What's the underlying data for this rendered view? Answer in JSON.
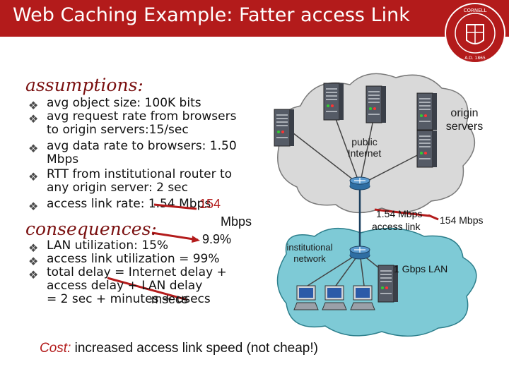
{
  "title": "Web Caching Example: Fatter access Link",
  "logo_text": "CORNELL UNIVERSITY FOUNDED A.D. 1865",
  "assumptions": {
    "heading": "assumptions:",
    "lines": [
      "avg object size: 100K bits",
      "avg request rate from browsers",
      "to origin servers:15/sec",
      "avg data rate to browsers: 1.50",
      "Mbps",
      "RTT from institutional router to",
      "any origin server: 2 sec",
      "access link rate: 1.54 Mbps"
    ]
  },
  "consequences": {
    "heading": "consequences:",
    "lines": [
      "LAN utilization: 15%",
      "access link utilization = 99%",
      "total delay  = Internet delay +",
      "access delay + LAN delay",
      "=  2 sec + minutes + usecs"
    ]
  },
  "annotations": {
    "new_rate": "154",
    "new_rate_unit": "Mbps",
    "new_util": "9.9%",
    "new_delay": "msecs"
  },
  "diagram": {
    "origin_servers": "origin servers",
    "public_internet": "public Internet",
    "access_link_rate": "1.54 Mbps",
    "access_link_label": "access link",
    "new_link_rate": "154 Mbps",
    "institutional_network": "institutional network",
    "lan": "1 Gbps LAN"
  },
  "cost": {
    "label": "Cost:",
    "text": " increased access link speed (not cheap!)"
  },
  "colors": {
    "title_bar": "#b31b1b",
    "heading": "#7a1010",
    "annotation": "#b31b1b",
    "internet_cloud": "#d9d9d9",
    "institution_cloud": "#7ecad6"
  }
}
